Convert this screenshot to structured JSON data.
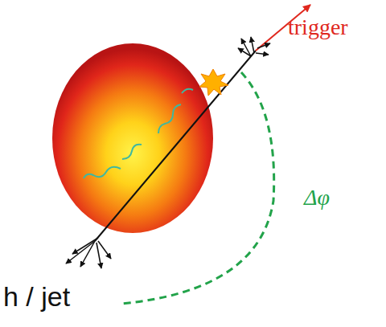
{
  "diagram": {
    "labels": [
      "trigger",
      "Δφ",
      "h / jet"
    ]
  }
}
